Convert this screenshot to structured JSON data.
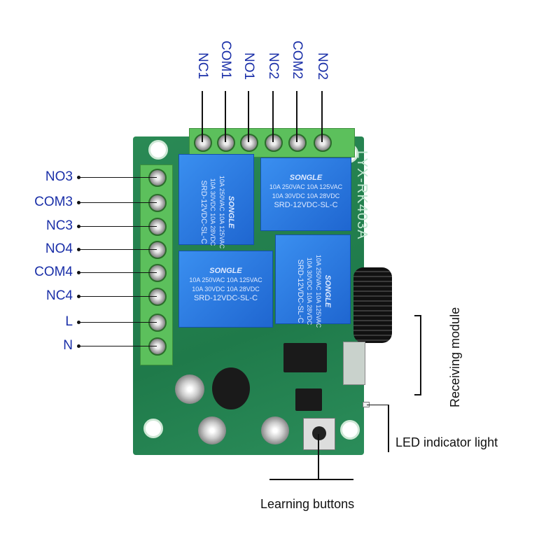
{
  "top_terminals": [
    "NC1",
    "COM1",
    "NO1",
    "NC2",
    "COM2",
    "NO2"
  ],
  "left_terminals": [
    "NO3",
    "COM3",
    "NC3",
    "NO4",
    "COM4",
    "NC4",
    "L",
    "N"
  ],
  "board_marking": "LYX-RK403A",
  "relays": [
    {
      "brand": "SONGLE",
      "rating1": "10A 250VAC 10A 125VAC",
      "rating2": "10A 30VDC 10A 28VDC",
      "model": "SRD-12VDC-SL-C"
    },
    {
      "brand": "SONGLE",
      "rating1": "10A 250VAC 10A 125VAC",
      "rating2": "10A 30VDC 10A 28VDC",
      "model": "SRD-12VDC-SL-C"
    },
    {
      "brand": "SONGLE",
      "rating1": "10A 250VAC 10A 125VAC",
      "rating2": "10A 30VDC 10A 28VDC",
      "model": "SRD-12VDC-SL-C"
    },
    {
      "brand": "SONGLE",
      "rating1": "10A 250VAC 10A 125VAC",
      "rating2": "10A 30VDC 10A 28VDC",
      "model": "SRD-12VDC-SL-C"
    }
  ],
  "callouts": {
    "receiving_module": "Receiving module",
    "led_indicator": "LED indicator light",
    "learning_buttons": "Learning buttons"
  },
  "colors": {
    "label_blue": "#1a2fa8",
    "pcb_green": "#1f7a4a",
    "terminal_green": "#5cc05c",
    "relay_blue": "#2a78e0"
  }
}
